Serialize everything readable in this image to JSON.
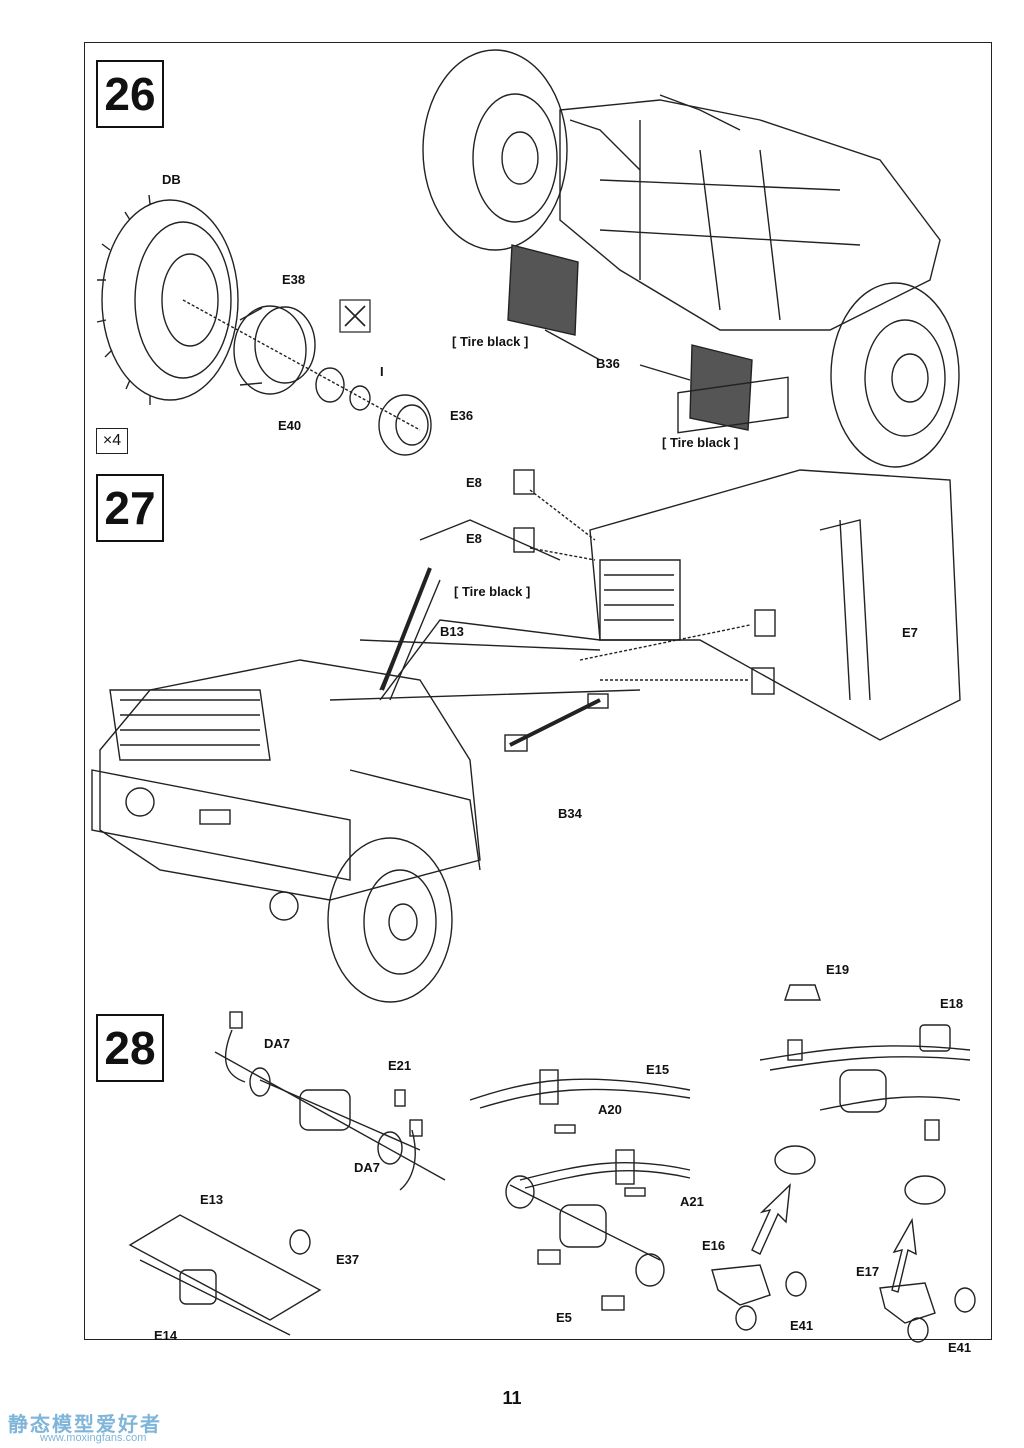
{
  "page": {
    "number": "11"
  },
  "watermark": {
    "title": "静态模型爱好者",
    "url": "www.moxingfans.com"
  },
  "steps": [
    {
      "number": "26",
      "multiplier": "×4"
    },
    {
      "number": "27"
    },
    {
      "number": "28"
    }
  ],
  "step26": {
    "labels": {
      "db": "DB",
      "e38": "E38",
      "e40": "E40",
      "i": "I",
      "e36": "E36",
      "b36": "B36",
      "tire_black_1": "[ Tire black ]",
      "tire_black_2": "[ Tire black ]"
    }
  },
  "step27": {
    "labels": {
      "e8a": "E8",
      "e8b": "E8",
      "tire_black": "[ Tire black ]",
      "b13": "B13",
      "e7": "E7",
      "b34": "B34"
    }
  },
  "step28": {
    "labels": {
      "da7a": "DA7",
      "da7b": "DA7",
      "e21": "E21",
      "e13": "E13",
      "e37": "E37",
      "e14": "E14",
      "e15": "E15",
      "a20": "A20",
      "a21": "A21",
      "e5": "E5",
      "e19": "E19",
      "e18": "E18",
      "e16": "E16",
      "e41a": "E41",
      "e17": "E17",
      "e41b": "E41"
    }
  },
  "colors": {
    "line": "#222222",
    "mudflap": "#555555",
    "watermark": "#7fb5d9"
  }
}
